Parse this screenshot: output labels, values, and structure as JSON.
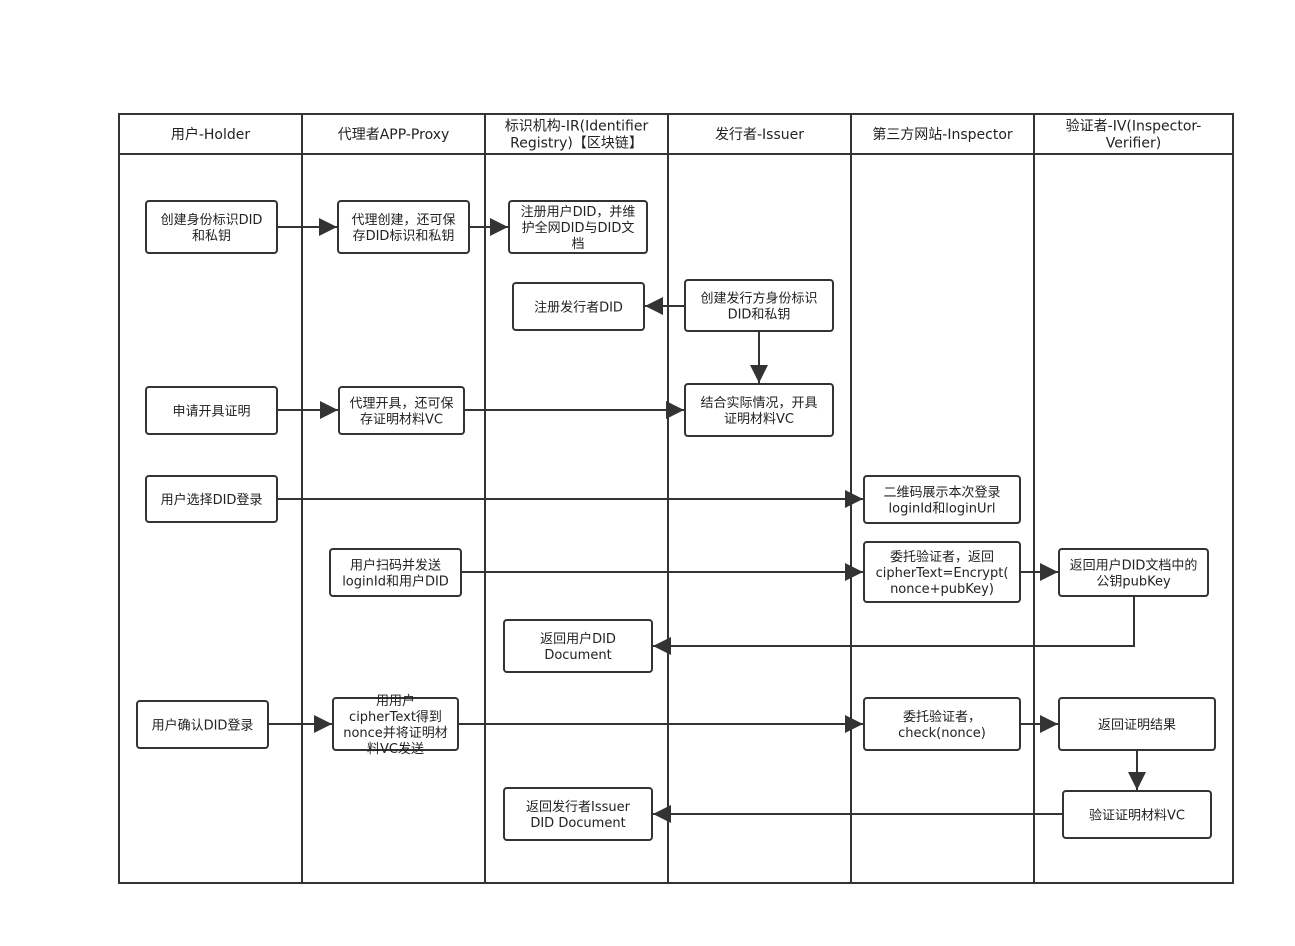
{
  "lanes": [
    {
      "id": "holder",
      "title": "用户-Holder"
    },
    {
      "id": "proxy",
      "title": "代理者APP-Proxy"
    },
    {
      "id": "ir",
      "title": [
        "标识机构-IR(Identifier",
        "Registry)【区块链】"
      ]
    },
    {
      "id": "issuer",
      "title": "发行者-Issuer"
    },
    {
      "id": "inspector",
      "title": "第三方网站-Inspector"
    },
    {
      "id": "verifier",
      "title": [
        "验证者-IV(Inspector-",
        "Verifier)"
      ]
    }
  ],
  "nodes": [
    {
      "id": "n_holder_create",
      "lines": [
        "创建身份标识DID",
        "和私钥"
      ]
    },
    {
      "id": "n_proxy_create",
      "lines": [
        "代理创建，还可保",
        "存DID标识和私钥"
      ]
    },
    {
      "id": "n_ir_register_user",
      "lines": [
        "注册用户DID，并维",
        "护全网DID与DID文",
        "档"
      ]
    },
    {
      "id": "n_ir_register_issuer",
      "lines": [
        "注册发行者DID"
      ]
    },
    {
      "id": "n_issuer_create",
      "lines": [
        "创建发行方身份标识",
        "DID和私钥"
      ]
    },
    {
      "id": "n_holder_apply",
      "lines": [
        "申请开具证明"
      ]
    },
    {
      "id": "n_proxy_apply",
      "lines": [
        "代理开具，还可保",
        "存证明材料VC"
      ]
    },
    {
      "id": "n_issuer_issue",
      "lines": [
        "结合实际情况，开具",
        "证明材料VC"
      ]
    },
    {
      "id": "n_holder_select",
      "lines": [
        "用户选择DID登录"
      ]
    },
    {
      "id": "n_insp_qr",
      "lines": [
        "二维码展示本次登录",
        "loginId和loginUrl"
      ]
    },
    {
      "id": "n_proxy_scan",
      "lines": [
        "用户扫码并发送",
        "loginId和用户DID"
      ]
    },
    {
      "id": "n_insp_delegate",
      "lines": [
        "委托验证者，返回",
        "cipherText=Encrypt(",
        "nonce+pubKey)"
      ]
    },
    {
      "id": "n_ver_pubkey",
      "lines": [
        "返回用户DID文档中的",
        "公钥pubKey"
      ]
    },
    {
      "id": "n_ir_return_user",
      "lines": [
        "返回用户DID",
        "Document"
      ]
    },
    {
      "id": "n_holder_confirm",
      "lines": [
        "用户确认DID登录"
      ]
    },
    {
      "id": "n_proxy_decrypt",
      "lines": [
        "用用户",
        "cipherText得到",
        "nonce并将证明材",
        "料VC发送"
      ]
    },
    {
      "id": "n_insp_check",
      "lines": [
        "委托验证者，",
        "check(nonce)"
      ]
    },
    {
      "id": "n_ver_result",
      "lines": [
        "返回证明结果"
      ]
    },
    {
      "id": "n_ir_return_issuer",
      "lines": [
        "返回发行者Issuer",
        "DID Document"
      ]
    },
    {
      "id": "n_ver_verify",
      "lines": [
        "验证证明材料VC"
      ]
    }
  ],
  "edges": [
    {
      "from": "n_holder_create",
      "to": "n_proxy_create"
    },
    {
      "from": "n_proxy_create",
      "to": "n_ir_register_user"
    },
    {
      "from": "n_issuer_create",
      "to": "n_ir_register_issuer"
    },
    {
      "from": "n_issuer_create",
      "to": "n_issuer_issue"
    },
    {
      "from": "n_holder_apply",
      "to": "n_proxy_apply"
    },
    {
      "from": "n_proxy_apply",
      "to": "n_issuer_issue"
    },
    {
      "from": "n_holder_select",
      "to": "n_insp_qr"
    },
    {
      "from": "n_proxy_scan",
      "to": "n_insp_delegate"
    },
    {
      "from": "n_insp_delegate",
      "to": "n_ver_pubkey"
    },
    {
      "from": "n_ver_pubkey",
      "to": "n_ir_return_user"
    },
    {
      "from": "n_holder_confirm",
      "to": "n_proxy_decrypt"
    },
    {
      "from": "n_proxy_decrypt",
      "to": "n_insp_check"
    },
    {
      "from": "n_insp_check",
      "to": "n_ver_result"
    },
    {
      "from": "n_ver_result",
      "to": "n_ver_verify"
    },
    {
      "from": "n_ver_verify",
      "to": "n_ir_return_issuer"
    }
  ]
}
